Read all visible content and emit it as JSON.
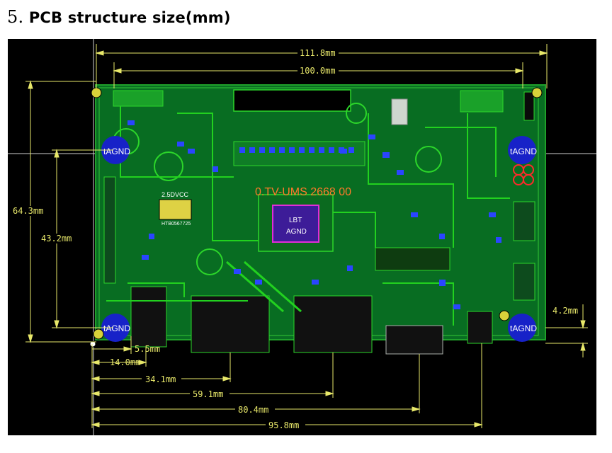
{
  "title": {
    "number": "5.",
    "text": "PCB structure size(mm)"
  },
  "dimensions": {
    "top_outer": "111.8mm",
    "top_inner": "100.0mm",
    "left_outer": "64.3mm",
    "left_inner": "43.2mm",
    "right": "4.2mm",
    "b1": "5.5mm",
    "b2": "14.0mm",
    "b3": "34.1mm",
    "b4": "59.1mm",
    "b5": "80.4mm",
    "b6": "95.8mm"
  },
  "board_labels": {
    "agnd": "AGND",
    "agnd_top_left": "tAGND",
    "agnd_top_right": "tAGND",
    "agnd_bottom_left": "tAGND",
    "agnd_bottom_right": "tAGND",
    "model_silk": "0.TV-UMS 2668 00",
    "chip": "LBT",
    "power": "2.5DVCC",
    "small_code": "HTB0567725"
  },
  "colors": {
    "board": "#0a8a2a",
    "trace": "#21d21f",
    "pad": "#2a45ff",
    "dim_line": "#e8e86a",
    "background": "#000000"
  }
}
